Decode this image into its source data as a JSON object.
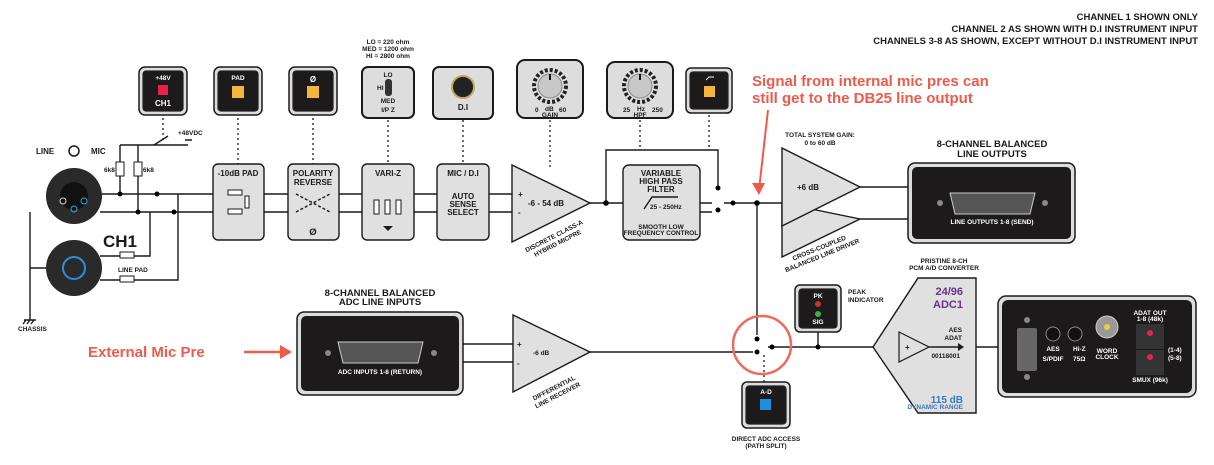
{
  "notes": [
    "CHANNEL 1 SHOWN ONLY",
    "CHANNEL 2 AS SHOWN WITH D.I INSTRUMENT INPUT",
    "CHANNELS 3-8 AS SHOWN, EXCEPT WITHOUT D.I INSTRUMENT INPUT"
  ],
  "annotations": {
    "internal": [
      "Signal from internal mic pres can",
      "still get to the DB25 line output"
    ],
    "external": "External Mic Pre",
    "color": "#f05a4a"
  },
  "input": {
    "line_mic": [
      "LINE",
      "MIC"
    ],
    "channel": "CH1",
    "phantom_dc": "+48VDC",
    "r1": "6k8",
    "r2": "6k8",
    "line_pad": "LINE PAD",
    "chassis": "CHASSIS"
  },
  "controls": {
    "phantom": {
      "top": "+48V",
      "bottom": "CH1",
      "led": "#e8204a"
    },
    "pad": {
      "label": "PAD",
      "led": "#f5b53a"
    },
    "polarity": {
      "label": "Ø",
      "led": "#f5b53a"
    },
    "variz": {
      "values": [
        "LO = 220 ohm",
        "MED = 1200 ohm",
        "HI = 2800 ohm"
      ],
      "lo": "LO",
      "hi": "HI",
      "med": "MED",
      "label": "I/P Z"
    },
    "di": {
      "label": "D.I"
    },
    "gain": {
      "min": "0",
      "unit": "dB",
      "max": "60",
      "label": "GAIN"
    },
    "hpf": {
      "min": "25",
      "unit": "Hz",
      "max": "250",
      "label": "HPF"
    },
    "filter_switch": {
      "led": "#f5b53a"
    }
  },
  "blocks": {
    "pad": "-10dB PAD",
    "polarity": [
      "POLARITY",
      "REVERSE"
    ],
    "polarity_symbol": "Ø",
    "variz": "VARI-Z",
    "micdi": [
      "MIC / D.I"
    ],
    "micdi_sub": [
      "AUTO",
      "SENSE",
      "SELECT"
    ],
    "preamp": {
      "gain": "-6 - 54 dB",
      "label": [
        "DISCRETE CLASS-A",
        "HYBRID MICPRE"
      ],
      "plus": "+",
      "minus": "-"
    },
    "hpf": {
      "title": [
        "VARIABLE",
        "HIGH PASS",
        "FILTER"
      ],
      "range": "25 - 250Hz",
      "sub": [
        "SMOOTH LOW",
        "FREQUENCY CONTROL"
      ]
    },
    "driver": {
      "gain_title": [
        "TOTAL SYSTEM GAIN:",
        "0 to 60 dB"
      ],
      "gain": "+6 dB",
      "label": [
        "CROSS-COUPLED",
        "BALANCED LINE DRIVER"
      ]
    },
    "line_outputs": {
      "title": [
        "8-CHANNEL BALANCED",
        "LINE OUTPUTS"
      ],
      "connector": "LINE OUTPUTS 1-8 (SEND)"
    },
    "adc_inputs": {
      "title": [
        "8-CHANNEL BALANCED",
        "ADC LINE INPUTS"
      ],
      "connector": "ADC INPUTS 1-8 (RETURN)"
    },
    "receiver": {
      "gain": "-6 dB",
      "label": [
        "DIFFERENTIAL",
        "LINE RECEIVER"
      ],
      "plus": "+",
      "minus": "-"
    },
    "peak": {
      "pk": "PK",
      "sig": "SIG",
      "label": [
        "PEAK",
        "INDICATOR"
      ]
    },
    "ad_button": {
      "label": "A-D",
      "led": "#1e8fd8",
      "caption": [
        "DIRECT ADC ACCESS",
        "(PATH SPLIT)"
      ]
    },
    "converter": {
      "title": [
        "PRISTINE 8-CH",
        "PCM A/D CONVERTER"
      ],
      "rate": "24/96",
      "name": "ADC1",
      "out": [
        "AES",
        "ADAT"
      ],
      "part": "00118001",
      "dr": "115 dB",
      "dr_label": "DYNAMIC RANGE",
      "accent": "#6a2f8e",
      "dr_color": "#3a78c0"
    },
    "digital_panel": {
      "aes": "AES",
      "spdif": "S/PDIF",
      "hiz": "Hi-Z",
      "ohm": "75Ω",
      "wordclock": [
        "WORD",
        "CLOCK"
      ],
      "adat": [
        "ADAT OUT",
        "1-8 (48k)"
      ],
      "smux": "SMUX (96k)",
      "ch14": "(1-4)",
      "ch58": "(5-8)"
    }
  }
}
